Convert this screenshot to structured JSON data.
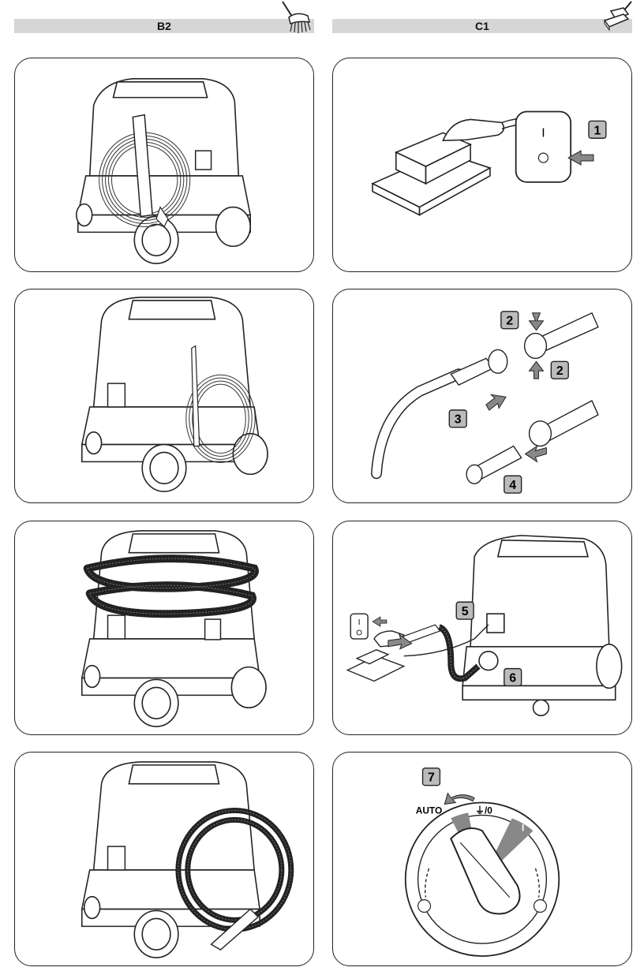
{
  "headers": {
    "left": "B2",
    "right": "C1"
  },
  "icons": {
    "left": "brush-nozzle-icon",
    "right": "sander-icon"
  },
  "panels": {
    "c1_1": {
      "step": "1",
      "switch_on": "I",
      "switch_off": "O"
    },
    "c1_2": {
      "step_a": "2",
      "step_b": "2",
      "step_c": "3",
      "step_d": "4"
    },
    "c1_3": {
      "step_a": "5",
      "step_b": "6",
      "switch_on": "I",
      "switch_off": "O"
    },
    "c1_4": {
      "step": "7",
      "auto": "AUTO",
      "power": "⏚/0",
      "on": "I"
    }
  }
}
